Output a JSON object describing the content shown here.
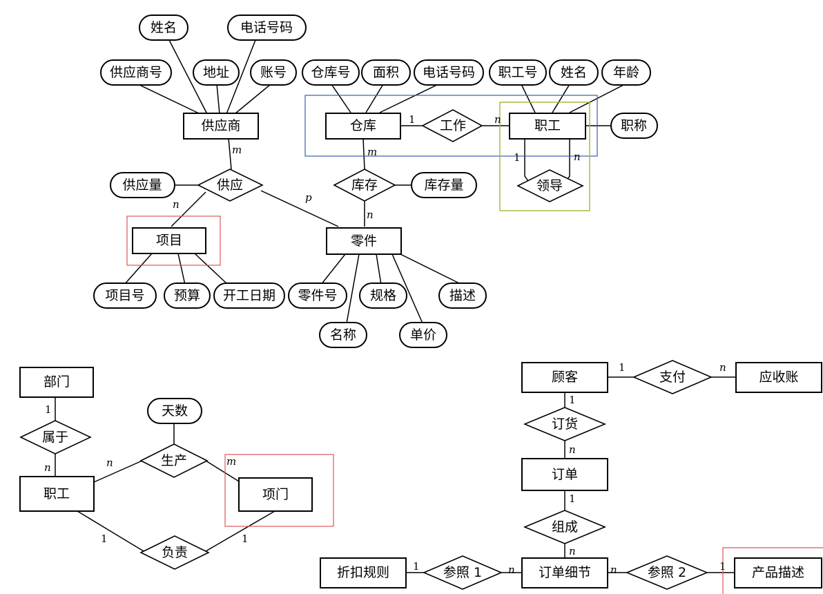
{
  "entities": {
    "gys": "供应商",
    "ck": "仓库",
    "zg": "职工",
    "xm": "项目",
    "lj": "零件",
    "bm": "部门",
    "zg2": "职工",
    "xm2": "项门",
    "gk": "顾客",
    "ysz": "应收账",
    "dd": "订单",
    "ddxj": "订单细节",
    "zkgz": "折扣规则",
    "cpms": "产品描述"
  },
  "relationships": {
    "gy": "供应",
    "gz": "工作",
    "ld": "领导",
    "kc": "库存",
    "sy": "属于",
    "sc": "生产",
    "fz": "负责",
    "zf": "支付",
    "dh": "订货",
    "zc": "组成",
    "cz1": "参照 1",
    "cz2": "参照 2"
  },
  "attributes": {
    "xm_name": "姓名",
    "dhhm1": "电话号码",
    "gyshh": "供应商号",
    "dz": "地址",
    "zh": "账号",
    "ckh": "仓库号",
    "mj": "面积",
    "dhhm2": "电话号码",
    "zgh": "职工号",
    "xm_name2": "姓名",
    "nl": "年龄",
    "zc_title": "职称",
    "gyl": "供应量",
    "kcl": "库存量",
    "xmh": "项目号",
    "ys": "预算",
    "kgrq": "开工日期",
    "ljh": "零件号",
    "gg": "规格",
    "ms": "描述",
    "mc": "名称",
    "dj": "单价",
    "ts": "天数"
  },
  "cardinalities": {
    "gys_gy": "m",
    "gy_xm": "n",
    "gy_lj": "p",
    "ck_gz": "1",
    "gz_zg": "n",
    "ld_1": "1",
    "ld_n": "n",
    "ck_kc": "m",
    "kc_lj": "n",
    "bm_sy": "1",
    "sy_zg": "n",
    "zg_sc": "n",
    "sc_xm": "m",
    "zg_fz": "1",
    "fz_xm": "1",
    "gk_zf": "1",
    "zf_ysz": "n",
    "gk_dh": "1",
    "dh_dd": "n",
    "dd_zc": "1",
    "zc_ddxj": "n",
    "zk_cz1": "1",
    "cz1_ddxj": "n",
    "ddxj_cz2": "n",
    "cz2_cp": "1"
  },
  "colors": {
    "line": "#000000",
    "blue_box": "#3b5bb0",
    "green_box": "#9bb83a",
    "red_box": "#e05555"
  }
}
